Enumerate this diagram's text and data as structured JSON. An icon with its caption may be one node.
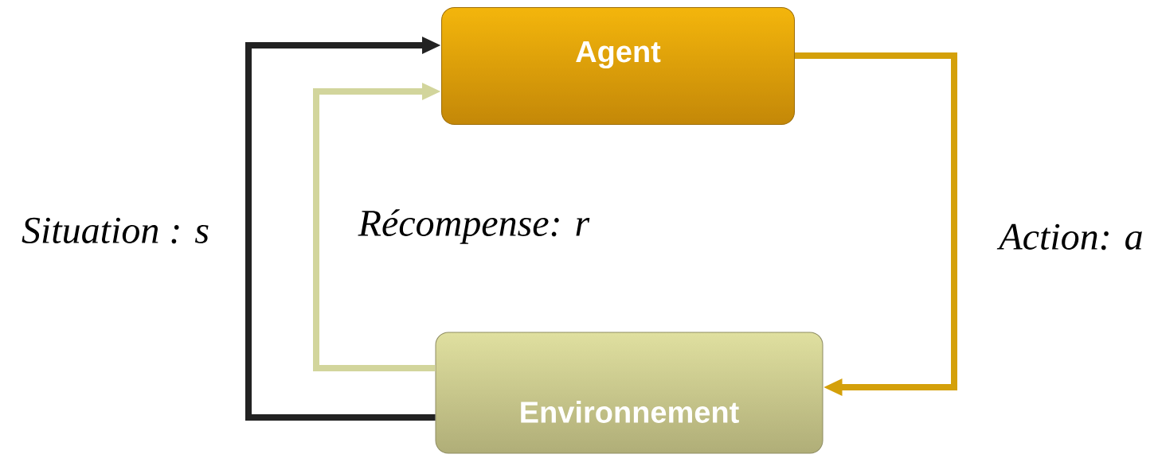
{
  "diagram": {
    "nodes": [
      {
        "text": [
          "Agent"
        ]
      },
      {
        "text": [
          "Environnement"
        ]
      }
    ],
    "edges": [
      {
        "from": 1,
        "to": 0,
        "arrow": "to",
        "label": "*Situation : s*",
        "color": "#222222"
      },
      {
        "from": 1,
        "to": 0,
        "arrow": "to",
        "label": "*Récompense: r*",
        "color": "#d2d59c"
      },
      {
        "from": 0,
        "to": 1,
        "arrow": "to",
        "label": "*Action: a*",
        "color": "#d4a00a"
      }
    ]
  }
}
